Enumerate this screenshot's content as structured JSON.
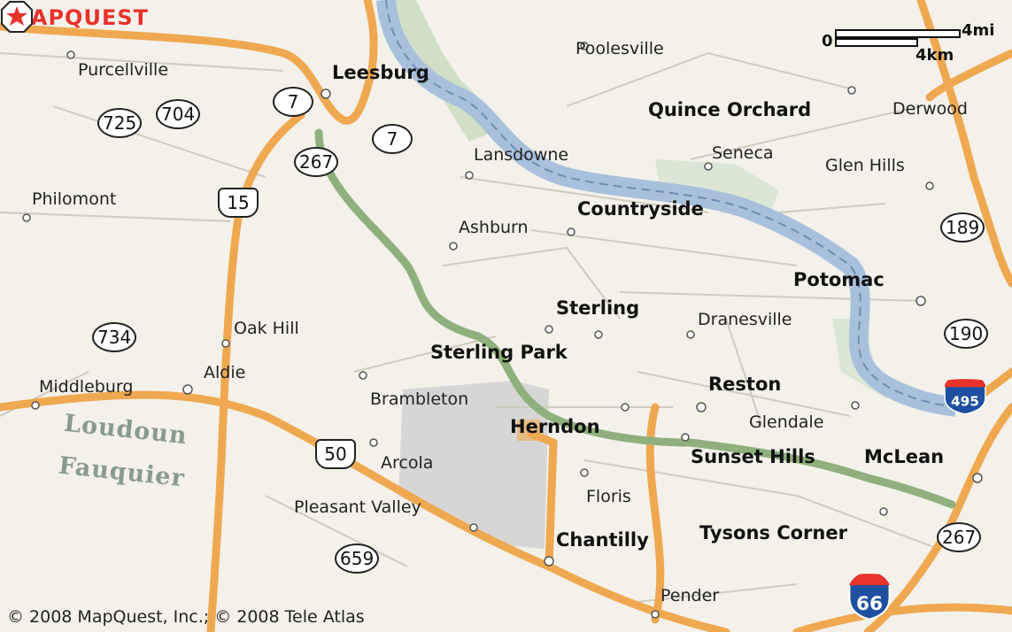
{
  "brand": {
    "logo_text": "MAPQUEST",
    "copyright": "© 2008 MapQuest, Inc.; © 2008 Tele Atlas"
  },
  "scale": {
    "zero": "0",
    "miles": "4mi",
    "kilometers": "4km"
  },
  "places": {
    "poolesville": "Poolesville",
    "purcellville": "Purcellville",
    "leesburg": "Leesburg",
    "quince_orchard": "Quince Orchard",
    "derwood": "Derwood",
    "lansdowne": "Lansdowne",
    "seneca": "Seneca",
    "glen_hills": "Glen Hills",
    "philomont": "Philomont",
    "countryside": "Countryside",
    "ashburn": "Ashburn",
    "potomac": "Potomac",
    "sterling": "Sterling",
    "dranesville": "Dranesville",
    "oak_hill": "Oak Hill",
    "sterling_park": "Sterling Park",
    "aldie": "Aldie",
    "middleburg": "Middleburg",
    "reston": "Reston",
    "brambleton": "Brambleton",
    "glendale": "Glendale",
    "herndon": "Herndon",
    "arcola": "Arcola",
    "sunset_hills": "Sunset Hills",
    "mclean": "McLean",
    "floris": "Floris",
    "pleasant_valley": "Pleasant Valley",
    "chantilly": "Chantilly",
    "tysons_corner": "Tysons Corner",
    "pender": "Pender"
  },
  "counties": {
    "loudoun": "Loudoun",
    "fauquier": "Fauquier"
  },
  "routes": {
    "r7a": "7",
    "r7b": "7",
    "r704": "704",
    "r725": "725",
    "r267a": "267",
    "r15": "15",
    "r189": "189",
    "r734": "734",
    "r190": "190",
    "r495": "495",
    "r50": "50",
    "r659": "659",
    "r66": "66",
    "r267b": "267"
  },
  "colors": {
    "highway": "#f0a850",
    "toll_road": "#8fb07c",
    "river": "#a8c0dc",
    "marker": "#e8322a"
  }
}
